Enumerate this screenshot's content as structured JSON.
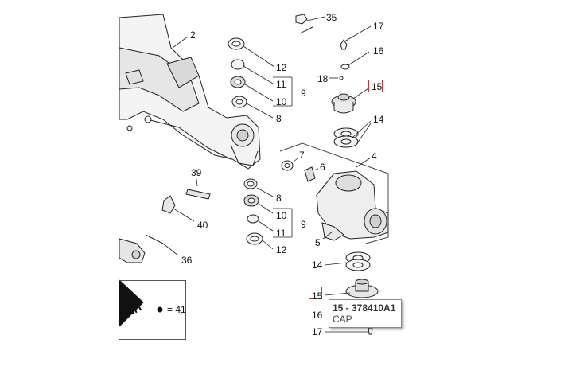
{
  "callouts": {
    "c35": "35",
    "c2": "2",
    "c17a": "17",
    "c16a": "16",
    "c12a": "12",
    "c11a": "11",
    "c10a": "10",
    "c9a": "9",
    "c8a": "8",
    "c18": "18",
    "c15a": "15",
    "c14a": "14",
    "c4": "4",
    "c7": "7",
    "c6": "6",
    "c39": "39",
    "c40": "40",
    "c8b": "8",
    "c10b": "10",
    "c11b": "11",
    "c9b": "9",
    "c12b": "12",
    "c5": "5",
    "c36": "36",
    "c14b": "14",
    "c15b": "15",
    "c16b": "16",
    "c17b": "17"
  },
  "kit_legend": {
    "kit_label": "KIT",
    "bullet": "●",
    "equals_ref": "= 41"
  },
  "tooltip": {
    "part_line": "15 - 378410A1",
    "description": "CAP"
  },
  "colors": {
    "highlight_box": "#d8322f",
    "line": "#222222",
    "part_fill": "#f2f2f2"
  }
}
